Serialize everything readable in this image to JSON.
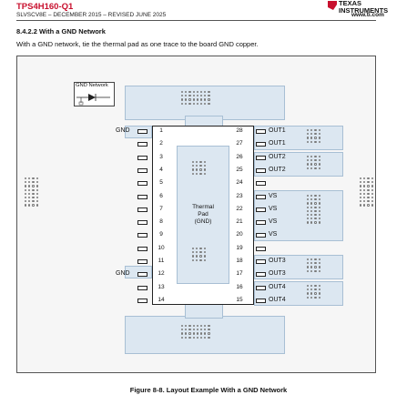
{
  "header": {
    "doc_title": "TPS4H160-Q1",
    "doc_subtitle": "SLVSCV8E – DECEMBER 2015 – REVISED JUNE 2025",
    "brand_top": "TEXAS",
    "brand_bottom": "INSTRUMENTS",
    "url": "www.ti.com"
  },
  "section": {
    "heading": "8.4.2.2 With a GND Network",
    "text": "With a GND network, tie the thermal pad as one trace to the board GND copper."
  },
  "figure": {
    "gnd_network_label": "GND Network",
    "thermal_pad_label": [
      "Thermal",
      "Pad",
      "(GND)"
    ],
    "left_pins": [
      {
        "num": "1",
        "label": "GND"
      },
      {
        "num": "2",
        "label": ""
      },
      {
        "num": "3",
        "label": ""
      },
      {
        "num": "4",
        "label": ""
      },
      {
        "num": "5",
        "label": ""
      },
      {
        "num": "6",
        "label": ""
      },
      {
        "num": "7",
        "label": ""
      },
      {
        "num": "8",
        "label": ""
      },
      {
        "num": "9",
        "label": ""
      },
      {
        "num": "10",
        "label": ""
      },
      {
        "num": "11",
        "label": ""
      },
      {
        "num": "12",
        "label": "GND"
      },
      {
        "num": "13",
        "label": ""
      },
      {
        "num": "14",
        "label": ""
      }
    ],
    "right_pins": [
      {
        "num": "28",
        "label": "OUT1"
      },
      {
        "num": "27",
        "label": "OUT1"
      },
      {
        "num": "26",
        "label": "OUT2"
      },
      {
        "num": "25",
        "label": "OUT2"
      },
      {
        "num": "24",
        "label": ""
      },
      {
        "num": "23",
        "label": "VS"
      },
      {
        "num": "22",
        "label": "VS"
      },
      {
        "num": "21",
        "label": "VS"
      },
      {
        "num": "20",
        "label": "VS"
      },
      {
        "num": "19",
        "label": ""
      },
      {
        "num": "18",
        "label": "OUT3"
      },
      {
        "num": "17",
        "label": "OUT3"
      },
      {
        "num": "16",
        "label": "OUT4"
      },
      {
        "num": "15",
        "label": "OUT4"
      }
    ],
    "caption": "Figure 8-8. Layout Example With a GND Network"
  }
}
